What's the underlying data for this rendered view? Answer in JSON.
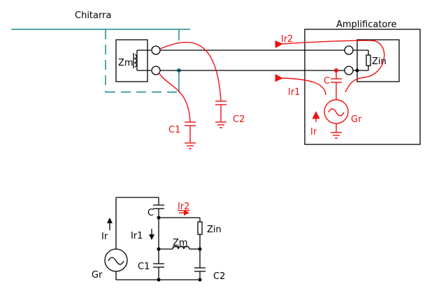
{
  "colors": {
    "wire": "#000000",
    "current": "#ee1111",
    "shield": "#1a8a8a",
    "background": "#ffffff"
  },
  "top": {
    "guitar_label": "Chitarra",
    "amp_label": "Amplificatore",
    "pickup_label": "Zm",
    "input_label": "Zin",
    "cap_c1_label": "C1",
    "cap_c2_label": "C2",
    "cap_c_label": "C",
    "generator_label": "Gr",
    "current_ir_label": "Ir",
    "current_ir1_label": "Ir1",
    "current_ir2_label": "Ir2"
  },
  "bottom": {
    "cap_c_label": "C",
    "current_ir2_label": "Ir2",
    "input_label": "Zin",
    "current_ir_label": "Ir",
    "current_ir1_label": "Ir1",
    "pickup_label": "Zm",
    "cap_c1_label": "C1",
    "cap_c2_label": "C2",
    "generator_label": "Gr"
  }
}
